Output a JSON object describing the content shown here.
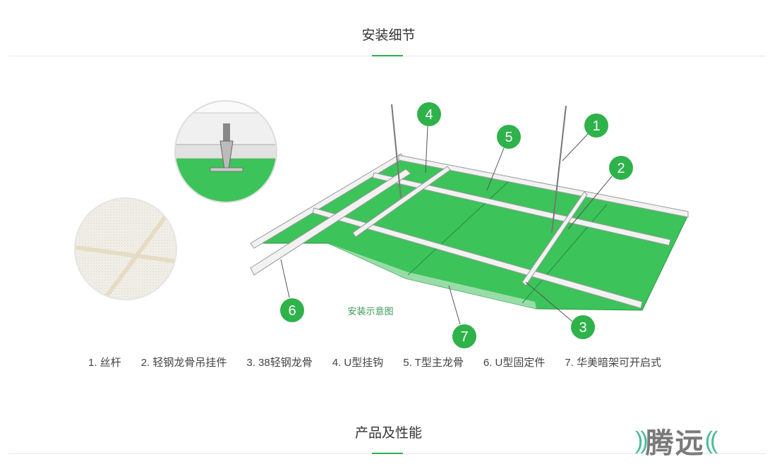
{
  "sections": [
    {
      "title": "安装细节"
    },
    {
      "title": "产品及性能"
    }
  ],
  "diagram": {
    "caption": "安装示意图",
    "callouts": [
      "1",
      "2",
      "3",
      "4",
      "5",
      "6",
      "7"
    ],
    "legend": [
      "1. 丝杆",
      "2. 轻钢龙骨吊挂件",
      "3. 38轻钢龙骨",
      "4. U型挂钩",
      "5. T型主龙骨",
      "6. U型固定件",
      "7. 华美暗架可开启式"
    ]
  },
  "logo": {
    "text": "腾远"
  },
  "colors": {
    "accent": "#2eb24a",
    "panel": "#3cc35a",
    "logo_bar": "#4dbb9a"
  }
}
